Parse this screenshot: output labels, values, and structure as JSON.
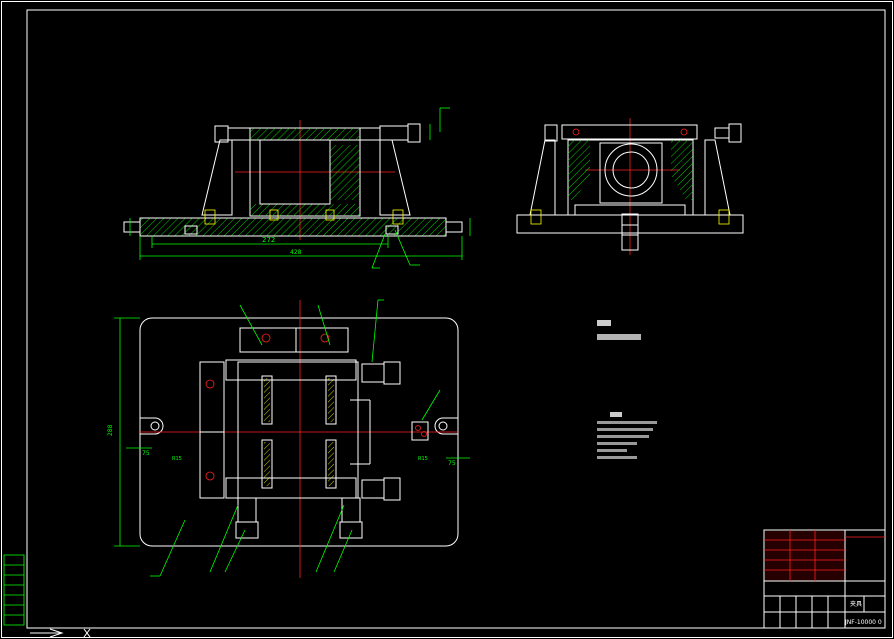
{
  "dimensions": {
    "width_272": "272",
    "width_428": "428",
    "height_288": "288",
    "side_left": "75",
    "side_right": "75",
    "hole_r_left": "R15",
    "hole_r_right": "R15"
  },
  "title_block": {
    "drawing_no": "JNF-10000 0",
    "name_cell": "夹具"
  }
}
